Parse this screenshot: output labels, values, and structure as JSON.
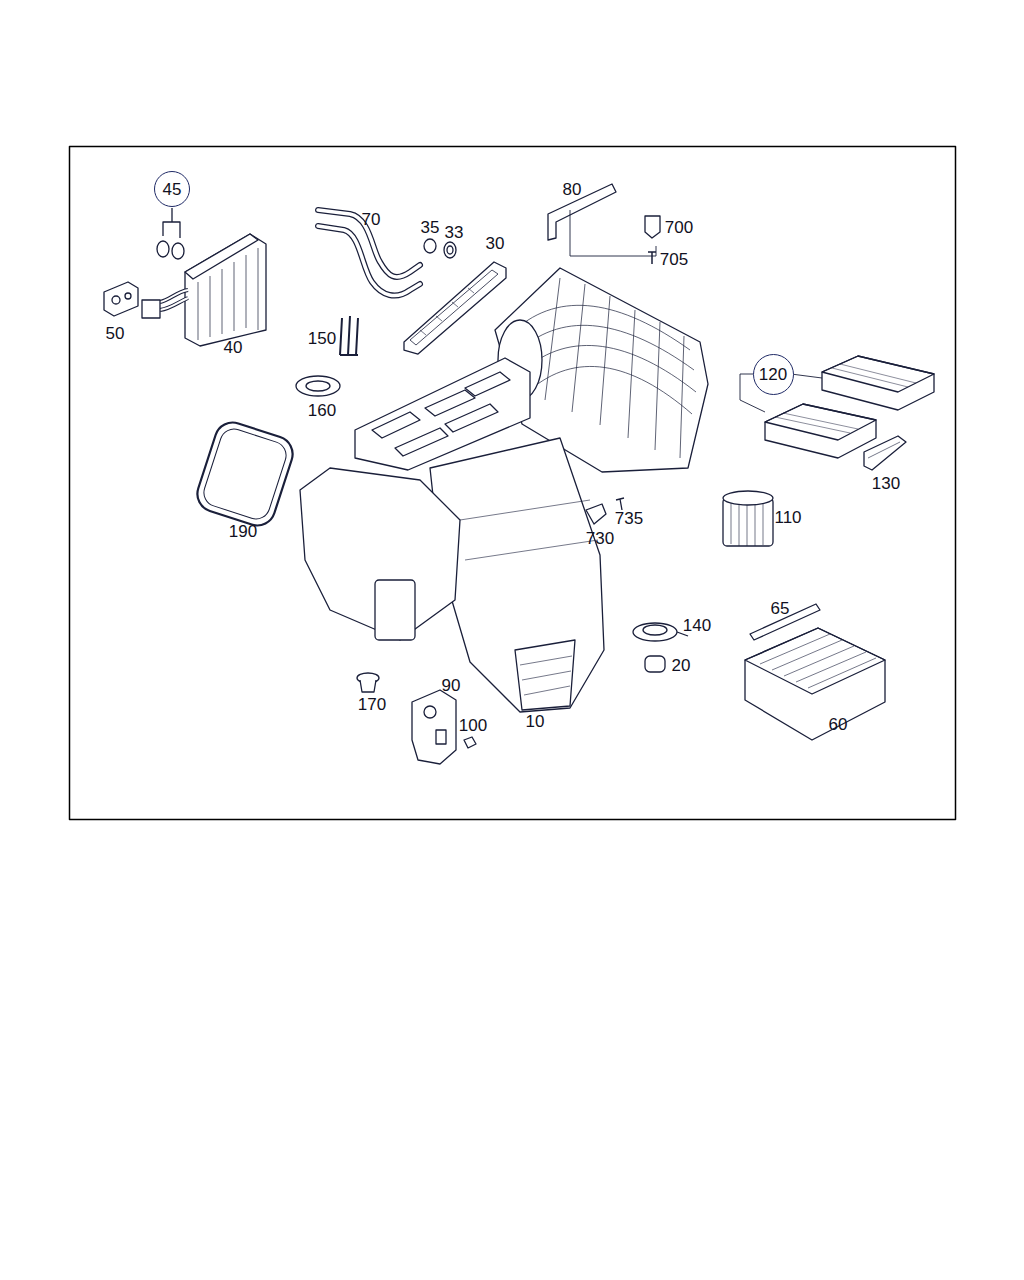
{
  "diagram": {
    "nodes": [
      {
        "text": [
          "45"
        ]
      },
      {
        "text": [
          "120"
        ]
      }
    ],
    "labels": [
      "80",
      "70",
      "35",
      "33",
      "700",
      "30",
      "705",
      "150",
      "40",
      "50",
      "160",
      "190",
      "130",
      "110",
      "735",
      "730",
      "65",
      "140",
      "20",
      "170",
      "90",
      "100",
      "10",
      "60"
    ]
  }
}
